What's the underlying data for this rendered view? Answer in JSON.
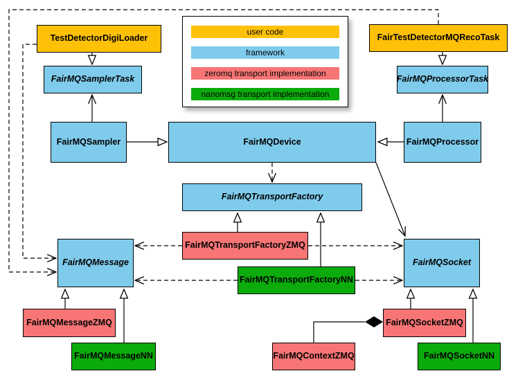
{
  "diagram": {
    "colors": {
      "user_code": "#FFC107",
      "framework": "#7FCBEC",
      "zeromq": "#F87575",
      "nanomsg": "#0CAB0C",
      "line": "#000000",
      "background": "#FFFFFF"
    },
    "legend": {
      "items": [
        {
          "label": "user code",
          "category": "user_code"
        },
        {
          "label": "framework",
          "category": "framework"
        },
        {
          "label": "zeromq transport implementation",
          "category": "zeromq"
        },
        {
          "label": "nanomsg transport implementation",
          "category": "nanomsg"
        }
      ]
    },
    "nodes": {
      "digiloader": {
        "label": "TestDetectorDigiLoader",
        "category": "user_code",
        "abstract": false
      },
      "samplertask": {
        "label": "FairMQSamplerTask",
        "category": "framework",
        "abstract": true
      },
      "sampler": {
        "label": "FairMQSampler",
        "category": "framework",
        "abstract": false
      },
      "device": {
        "label": "FairMQDevice",
        "category": "framework",
        "abstract": false
      },
      "processor": {
        "label": "FairMQProcessor",
        "category": "framework",
        "abstract": false
      },
      "processortask": {
        "label": "FairMQProcessorTask",
        "category": "framework",
        "abstract": true
      },
      "recotask": {
        "label": "FairTestDetectorMQRecoTask",
        "category": "user_code",
        "abstract": false
      },
      "transportfactory": {
        "label": "FairMQTransportFactory",
        "category": "framework",
        "abstract": true
      },
      "factoryzmq": {
        "label": "FairMQTransportFactoryZMQ",
        "category": "zeromq",
        "abstract": false
      },
      "factorynn": {
        "label": "FairMQTransportFactoryNN",
        "category": "nanomsg",
        "abstract": false
      },
      "message": {
        "label": "FairMQMessage",
        "category": "framework",
        "abstract": true
      },
      "socket": {
        "label": "FairMQSocket",
        "category": "framework",
        "abstract": true
      },
      "messagezmq": {
        "label": "FairMQMessageZMQ",
        "category": "zeromq",
        "abstract": false
      },
      "messagenn": {
        "label": "FairMQMessageNN",
        "category": "nanomsg",
        "abstract": false
      },
      "contextzmq": {
        "label": "FairMQContextZMQ",
        "category": "zeromq",
        "abstract": false
      },
      "socketzmq": {
        "label": "FairMQSocketZMQ",
        "category": "zeromq",
        "abstract": false
      },
      "socketnn": {
        "label": "FairMQSocketNN",
        "category": "nanomsg",
        "abstract": false
      }
    }
  }
}
